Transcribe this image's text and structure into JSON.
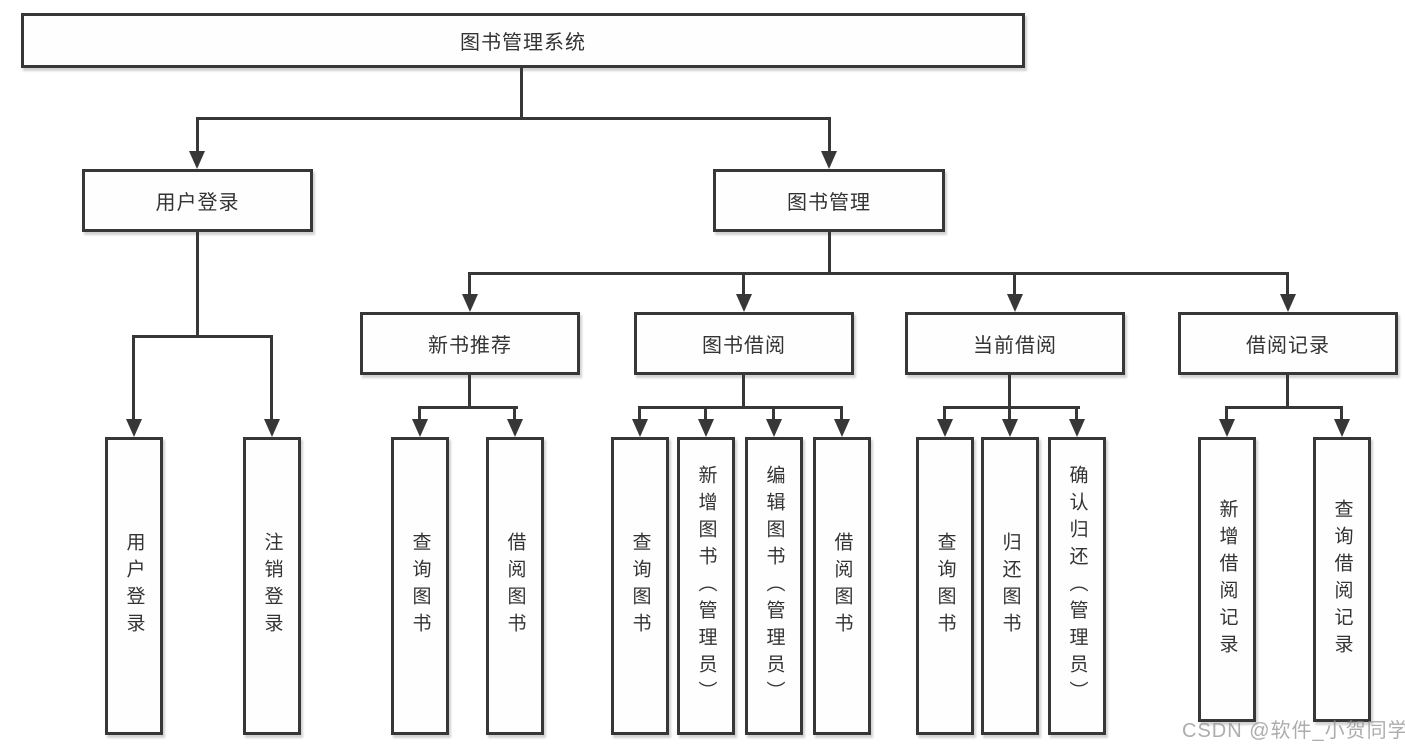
{
  "diagram": {
    "root_label": "图书管理系统",
    "level1": [
      "用户登录",
      "图书管理"
    ],
    "level2": [
      "新书推荐",
      "图书借阅",
      "当前借阅",
      "借阅记录"
    ],
    "leaves": {
      "user_login": [
        "用户登录",
        "注销登录"
      ],
      "new_books": [
        "查询图书",
        "借阅图书"
      ],
      "book_borrow": [
        "查询图书",
        "新增图书（管理员）",
        "编辑图书（管理员）",
        "借阅图书"
      ],
      "current_borrow": [
        "查询图书",
        "归还图书",
        "确认归还（管理员）"
      ],
      "borrow_records": [
        "新增借阅记录",
        "查询借阅记录"
      ]
    }
  },
  "watermark": {
    "text": "CSDN @软件_小贺同学"
  },
  "colors": {
    "line": "#373737",
    "text": "#333333",
    "background": "#ffffff",
    "watermark": "#969696"
  }
}
